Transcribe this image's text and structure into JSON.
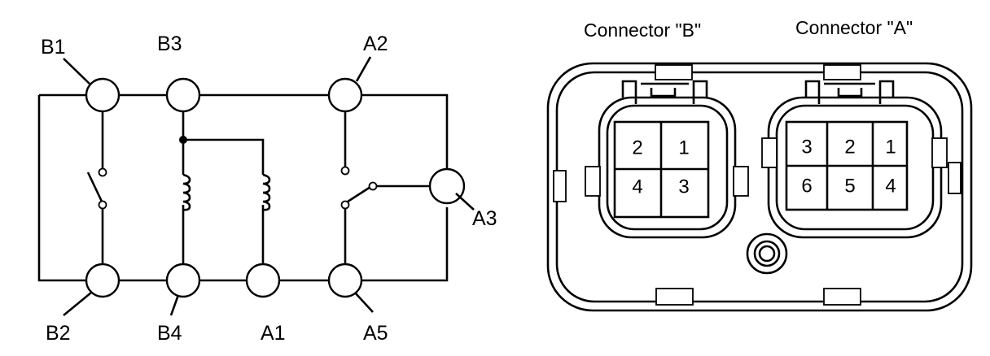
{
  "schematic": {
    "terminals": {
      "b1": "B1",
      "b3": "B3",
      "a2": "A2",
      "a3": "A3",
      "b2": "B2",
      "b4": "B4",
      "a1": "A1",
      "a5": "A5"
    }
  },
  "connectors": {
    "b": {
      "title": "Connector \"B\"",
      "pins": [
        "2",
        "1",
        "4",
        "3"
      ]
    },
    "a": {
      "title": "Connector \"A\"",
      "pins": [
        "3",
        "2",
        "1",
        "6",
        "5",
        "4"
      ]
    }
  }
}
